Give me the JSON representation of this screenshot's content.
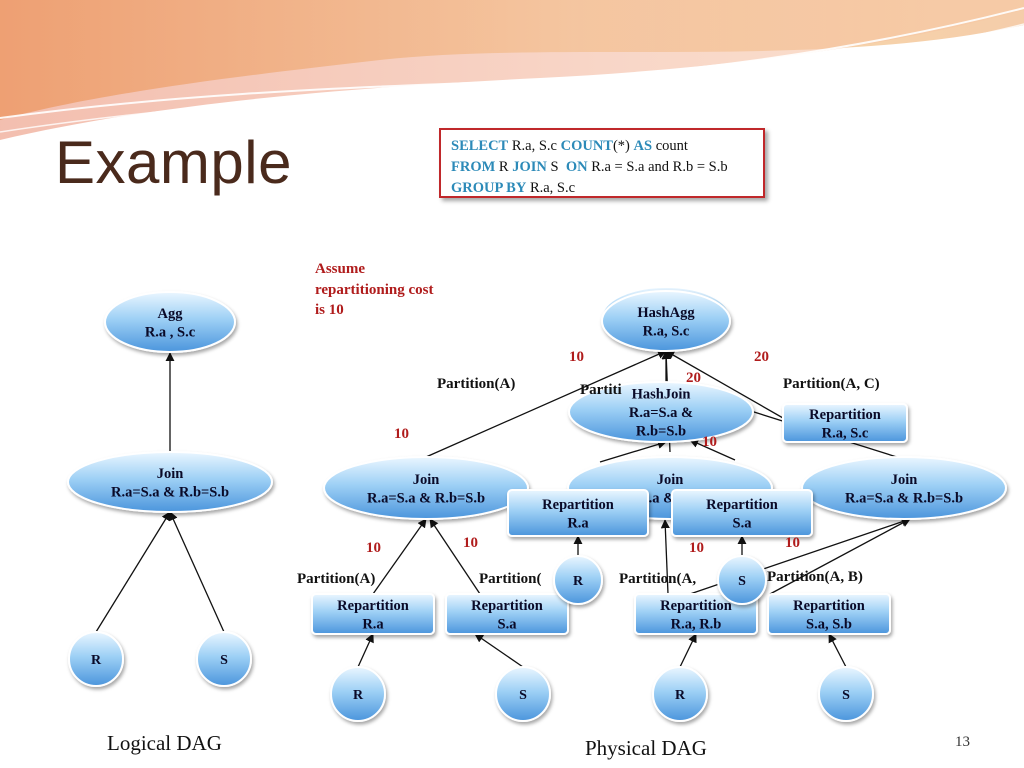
{
  "slide": {
    "title": "Example",
    "page_number": "13",
    "assumption": "Assume repartitioning cost is 10",
    "logical_caption": "Logical DAG",
    "physical_caption": "Physical DAG"
  },
  "sql": {
    "line1": [
      {
        "t": "SELECT",
        "kw": true
      },
      {
        "t": " R.a, S.c ",
        "kw": false
      },
      {
        "t": "COUNT",
        "kw": true
      },
      {
        "t": "(*) ",
        "kw": false
      },
      {
        "t": "AS",
        "kw": true
      },
      {
        "t": " count",
        "kw": false
      }
    ],
    "line2": [
      {
        "t": "FROM",
        "kw": true
      },
      {
        "t": " R ",
        "kw": false
      },
      {
        "t": "JOIN",
        "kw": true
      },
      {
        "t": " S  ",
        "kw": false
      },
      {
        "t": "ON",
        "kw": true
      },
      {
        "t": " R.a = S.a and R.b = S.b",
        "kw": false
      }
    ],
    "line3": [
      {
        "t": "GROUP BY",
        "kw": true
      },
      {
        "t": " R.a, S.c",
        "kw": false
      }
    ]
  },
  "nodes": [
    {
      "id": "l-agg",
      "kind": "ellipse",
      "name": "logical-agg-node",
      "lines": [
        "Agg",
        "R.a , S.c"
      ]
    },
    {
      "id": "l-join",
      "kind": "ellipse",
      "name": "logical-join-node",
      "lines": [
        "Join",
        "R.a=S.a & R.b=S.b"
      ]
    },
    {
      "id": "l-r",
      "kind": "circle",
      "name": "logical-r-node",
      "lines": [
        "R"
      ]
    },
    {
      "id": "l-s",
      "kind": "circle",
      "name": "logical-s-node",
      "lines": [
        "S"
      ]
    },
    {
      "id": "p-join1",
      "kind": "ellipse",
      "name": "physical-join-1-node",
      "lines": [
        "Join",
        "R.a=S.a & R.b=S.b"
      ]
    },
    {
      "id": "p-join2",
      "kind": "ellipse",
      "name": "physical-join-2-node",
      "lines": [
        "Join",
        "R.a=S.a & R.b=S.b"
      ]
    },
    {
      "id": "p-join3",
      "kind": "ellipse",
      "name": "physical-join-3-node",
      "lines": [
        "Join",
        "R.a=S.a & R.b=S.b"
      ]
    },
    {
      "id": "p-rep-c-a1",
      "kind": "rect",
      "name": "repartition-ra-node",
      "lines": [
        "Repartition",
        "R.a"
      ]
    },
    {
      "id": "p-rep-c-a2",
      "kind": "rect",
      "name": "repartition-sa-node",
      "lines": [
        "Repartition",
        "S.a"
      ]
    },
    {
      "id": "p-hashagg",
      "kind": "ellipse",
      "double": true,
      "name": "hashagg-node",
      "lines": [
        "HashAgg",
        "R.a, S.c"
      ]
    },
    {
      "id": "p-hashjoin",
      "kind": "ellipse",
      "name": "hashjoin-node",
      "lines": [
        "HashJoin",
        "R.a=S.a &",
        "R.b=S.b"
      ]
    },
    {
      "id": "p-rep-rasc",
      "kind": "rect",
      "name": "repartition-ra-sc-node",
      "lines": [
        "Repartition",
        "R.a,  S.c"
      ]
    },
    {
      "id": "p-rep-ra",
      "kind": "rect",
      "name": "repartition-ra-bottom-node",
      "lines": [
        "Repartition",
        "R.a"
      ]
    },
    {
      "id": "p-rep-sa",
      "kind": "rect",
      "name": "repartition-sa-bottom-node",
      "lines": [
        "Repartition",
        "S.a"
      ]
    },
    {
      "id": "p-rep-rarb",
      "kind": "rect",
      "name": "repartition-ra-rb-node",
      "lines": [
        "Repartition",
        "R.a, R.b"
      ]
    },
    {
      "id": "p-rep-sasb",
      "kind": "rect",
      "name": "repartition-sa-sb-node",
      "lines": [
        "Repartition",
        "S.a, S.b"
      ]
    },
    {
      "id": "p-r-mid",
      "kind": "circle",
      "name": "physical-r-middle-node",
      "lines": [
        "R"
      ]
    },
    {
      "id": "p-s-mid",
      "kind": "circle",
      "name": "physical-s-middle-node",
      "lines": [
        "S"
      ]
    },
    {
      "id": "p-r1",
      "kind": "circle",
      "name": "physical-r-1-node",
      "lines": [
        "R"
      ]
    },
    {
      "id": "p-s1",
      "kind": "circle",
      "name": "physical-s-1-node",
      "lines": [
        "S"
      ]
    },
    {
      "id": "p-r2",
      "kind": "circle",
      "name": "physical-r-2-node",
      "lines": [
        "R"
      ]
    },
    {
      "id": "p-s2",
      "kind": "circle",
      "name": "physical-s-2-node",
      "lines": [
        "S"
      ]
    }
  ],
  "labels": [
    {
      "name": "cost-label",
      "text": "10",
      "style": "cost"
    },
    {
      "name": "cost-label",
      "text": "20",
      "style": "cost"
    },
    {
      "name": "cost-label",
      "text": "20",
      "style": "cost"
    },
    {
      "name": "cost-label",
      "text": "10",
      "style": "cost"
    },
    {
      "name": "cost-label",
      "text": "10",
      "style": "cost"
    },
    {
      "name": "cost-label",
      "text": "10",
      "style": "cost"
    },
    {
      "name": "cost-label",
      "text": "10",
      "style": "cost"
    },
    {
      "name": "cost-label",
      "text": "10",
      "style": "cost"
    },
    {
      "name": "cost-label",
      "text": "10",
      "style": "cost"
    },
    {
      "name": "partition-label",
      "text": "Partition(A)",
      "style": "part"
    },
    {
      "name": "partition-label",
      "text": "Partiti",
      "style": "part"
    },
    {
      "name": "partition-label",
      "text": "Partition(A, C)",
      "style": "part"
    },
    {
      "name": "partition-label",
      "text": "Partition(A)",
      "style": "part"
    },
    {
      "name": "partition-label",
      "text": "Partition(",
      "style": "part"
    },
    {
      "name": "partition-label",
      "text": "Partition(A,",
      "style": "part"
    },
    {
      "name": "partition-label",
      "text": "Partition(A, B)",
      "style": "part"
    }
  ]
}
